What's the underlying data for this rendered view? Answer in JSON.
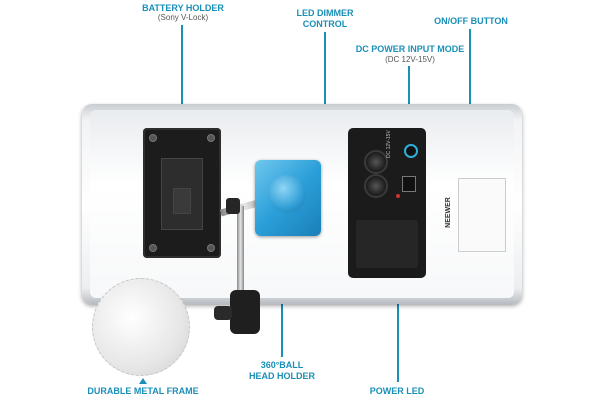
{
  "labels": {
    "battery_title": "BATTERY HOLDER",
    "battery_sub": "(Sony V-Lock)",
    "dimmer_line1": "LED DIMMER",
    "dimmer_line2": "CONTROL",
    "onoff": "ON/OFF BUTTON",
    "dc_title": "DC POWER INPUT MODE",
    "dc_sub": "(DC 12V-15V)",
    "frame": "DURABLE METAL FRAME",
    "ball_line1": "360°BALL",
    "ball_line2": "HEAD HOLDER",
    "power_led": "POWER LED"
  },
  "device_text": {
    "brand": "NEEWER",
    "dc_spec": "DC 12V-15V"
  },
  "colors": {
    "accent": "#1a8fb8",
    "blue_mount": "#2b9fd9"
  },
  "icons": {
    "frame_marker": "triangle-up-icon"
  }
}
